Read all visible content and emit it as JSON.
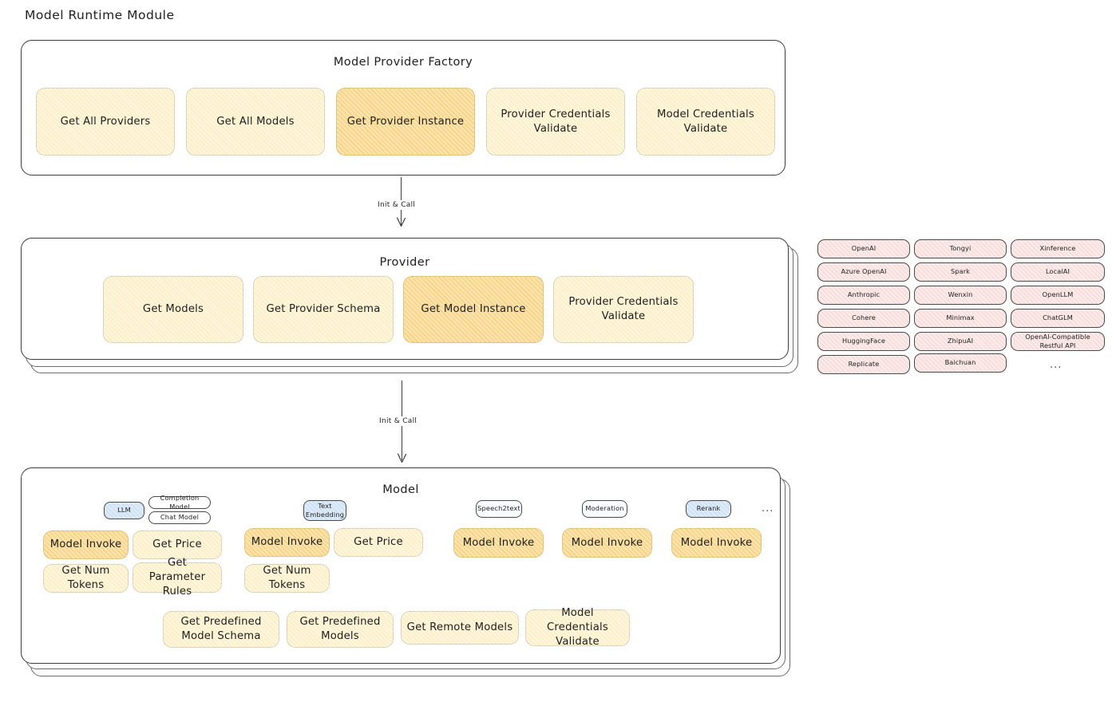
{
  "page": {
    "title": "Model Runtime Module"
  },
  "factory": {
    "title": "Model Provider Factory",
    "nodes": [
      {
        "label": "Get All Providers",
        "style": "yellow"
      },
      {
        "label": "Get All Models",
        "style": "yellow"
      },
      {
        "label": "Get Provider Instance",
        "style": "amber"
      },
      {
        "label": "Provider Credentials Validate",
        "style": "yellow"
      },
      {
        "label": "Model Credentials Validate",
        "style": "yellow"
      }
    ]
  },
  "arrows": {
    "factory_to_provider": "Init & Call",
    "provider_to_model": "Init & Call"
  },
  "provider": {
    "title": "Provider",
    "nodes": [
      {
        "label": "Get Models",
        "style": "yellow"
      },
      {
        "label": "Get Provider Schema",
        "style": "yellow"
      },
      {
        "label": "Get Model Instance",
        "style": "amber"
      },
      {
        "label": "Provider Credentials Validate",
        "style": "yellow"
      }
    ]
  },
  "provider_list": {
    "columns": [
      [
        "OpenAI",
        "Azure OpenAI",
        "Anthropic",
        "Cohere",
        "HuggingFace",
        "Replicate"
      ],
      [
        "Tongyi",
        "Spark",
        "Wenxin",
        "Minimax",
        "ZhipuAI",
        "Baichuan"
      ],
      [
        "Xinference",
        "LocalAI",
        "OpenLLM",
        "ChatGLM",
        "OpenAI-Compatible Restful API"
      ]
    ],
    "more": "..."
  },
  "model": {
    "title": "Model",
    "types": [
      {
        "label": "LLM",
        "style": "blue",
        "subtypes": [
          "Completion Model",
          "Chat Model"
        ],
        "methods": [
          {
            "label": "Model Invoke",
            "style": "amber"
          },
          {
            "label": "Get Price",
            "style": "yellow"
          },
          {
            "label": "Get Num Tokens",
            "style": "yellow"
          },
          {
            "label": "Get Parameter Rules",
            "style": "yellow"
          }
        ]
      },
      {
        "label": "Text Embedding",
        "style": "blue",
        "subtypes": [],
        "methods": [
          {
            "label": "Model Invoke",
            "style": "amber"
          },
          {
            "label": "Get Price",
            "style": "yellow"
          },
          {
            "label": "Get Num Tokens",
            "style": "yellow"
          }
        ]
      },
      {
        "label": "Speech2text",
        "style": "white",
        "subtypes": [],
        "methods": [
          {
            "label": "Model Invoke",
            "style": "amber"
          }
        ]
      },
      {
        "label": "Moderation",
        "style": "white",
        "subtypes": [],
        "methods": [
          {
            "label": "Model Invoke",
            "style": "amber"
          }
        ]
      },
      {
        "label": "Rerank",
        "style": "blue",
        "subtypes": [],
        "methods": [
          {
            "label": "Model Invoke",
            "style": "amber"
          }
        ]
      }
    ],
    "more": "...",
    "shared_methods": [
      {
        "label": "Get Predefined Model Schema",
        "style": "yellow"
      },
      {
        "label": "Get Predefined Models",
        "style": "yellow"
      },
      {
        "label": "Get Remote Models",
        "style": "yellow"
      },
      {
        "label": "Model Credentials Validate",
        "style": "yellow"
      }
    ]
  },
  "colors": {
    "stroke": "#3c3c3c",
    "yellow_fill": "#fdf6dd",
    "amber_fill": "#fbe3ae",
    "pink_fill": "#fbeaea",
    "blue_fill": "#ddeaf7",
    "text": "#1e1e1e"
  }
}
